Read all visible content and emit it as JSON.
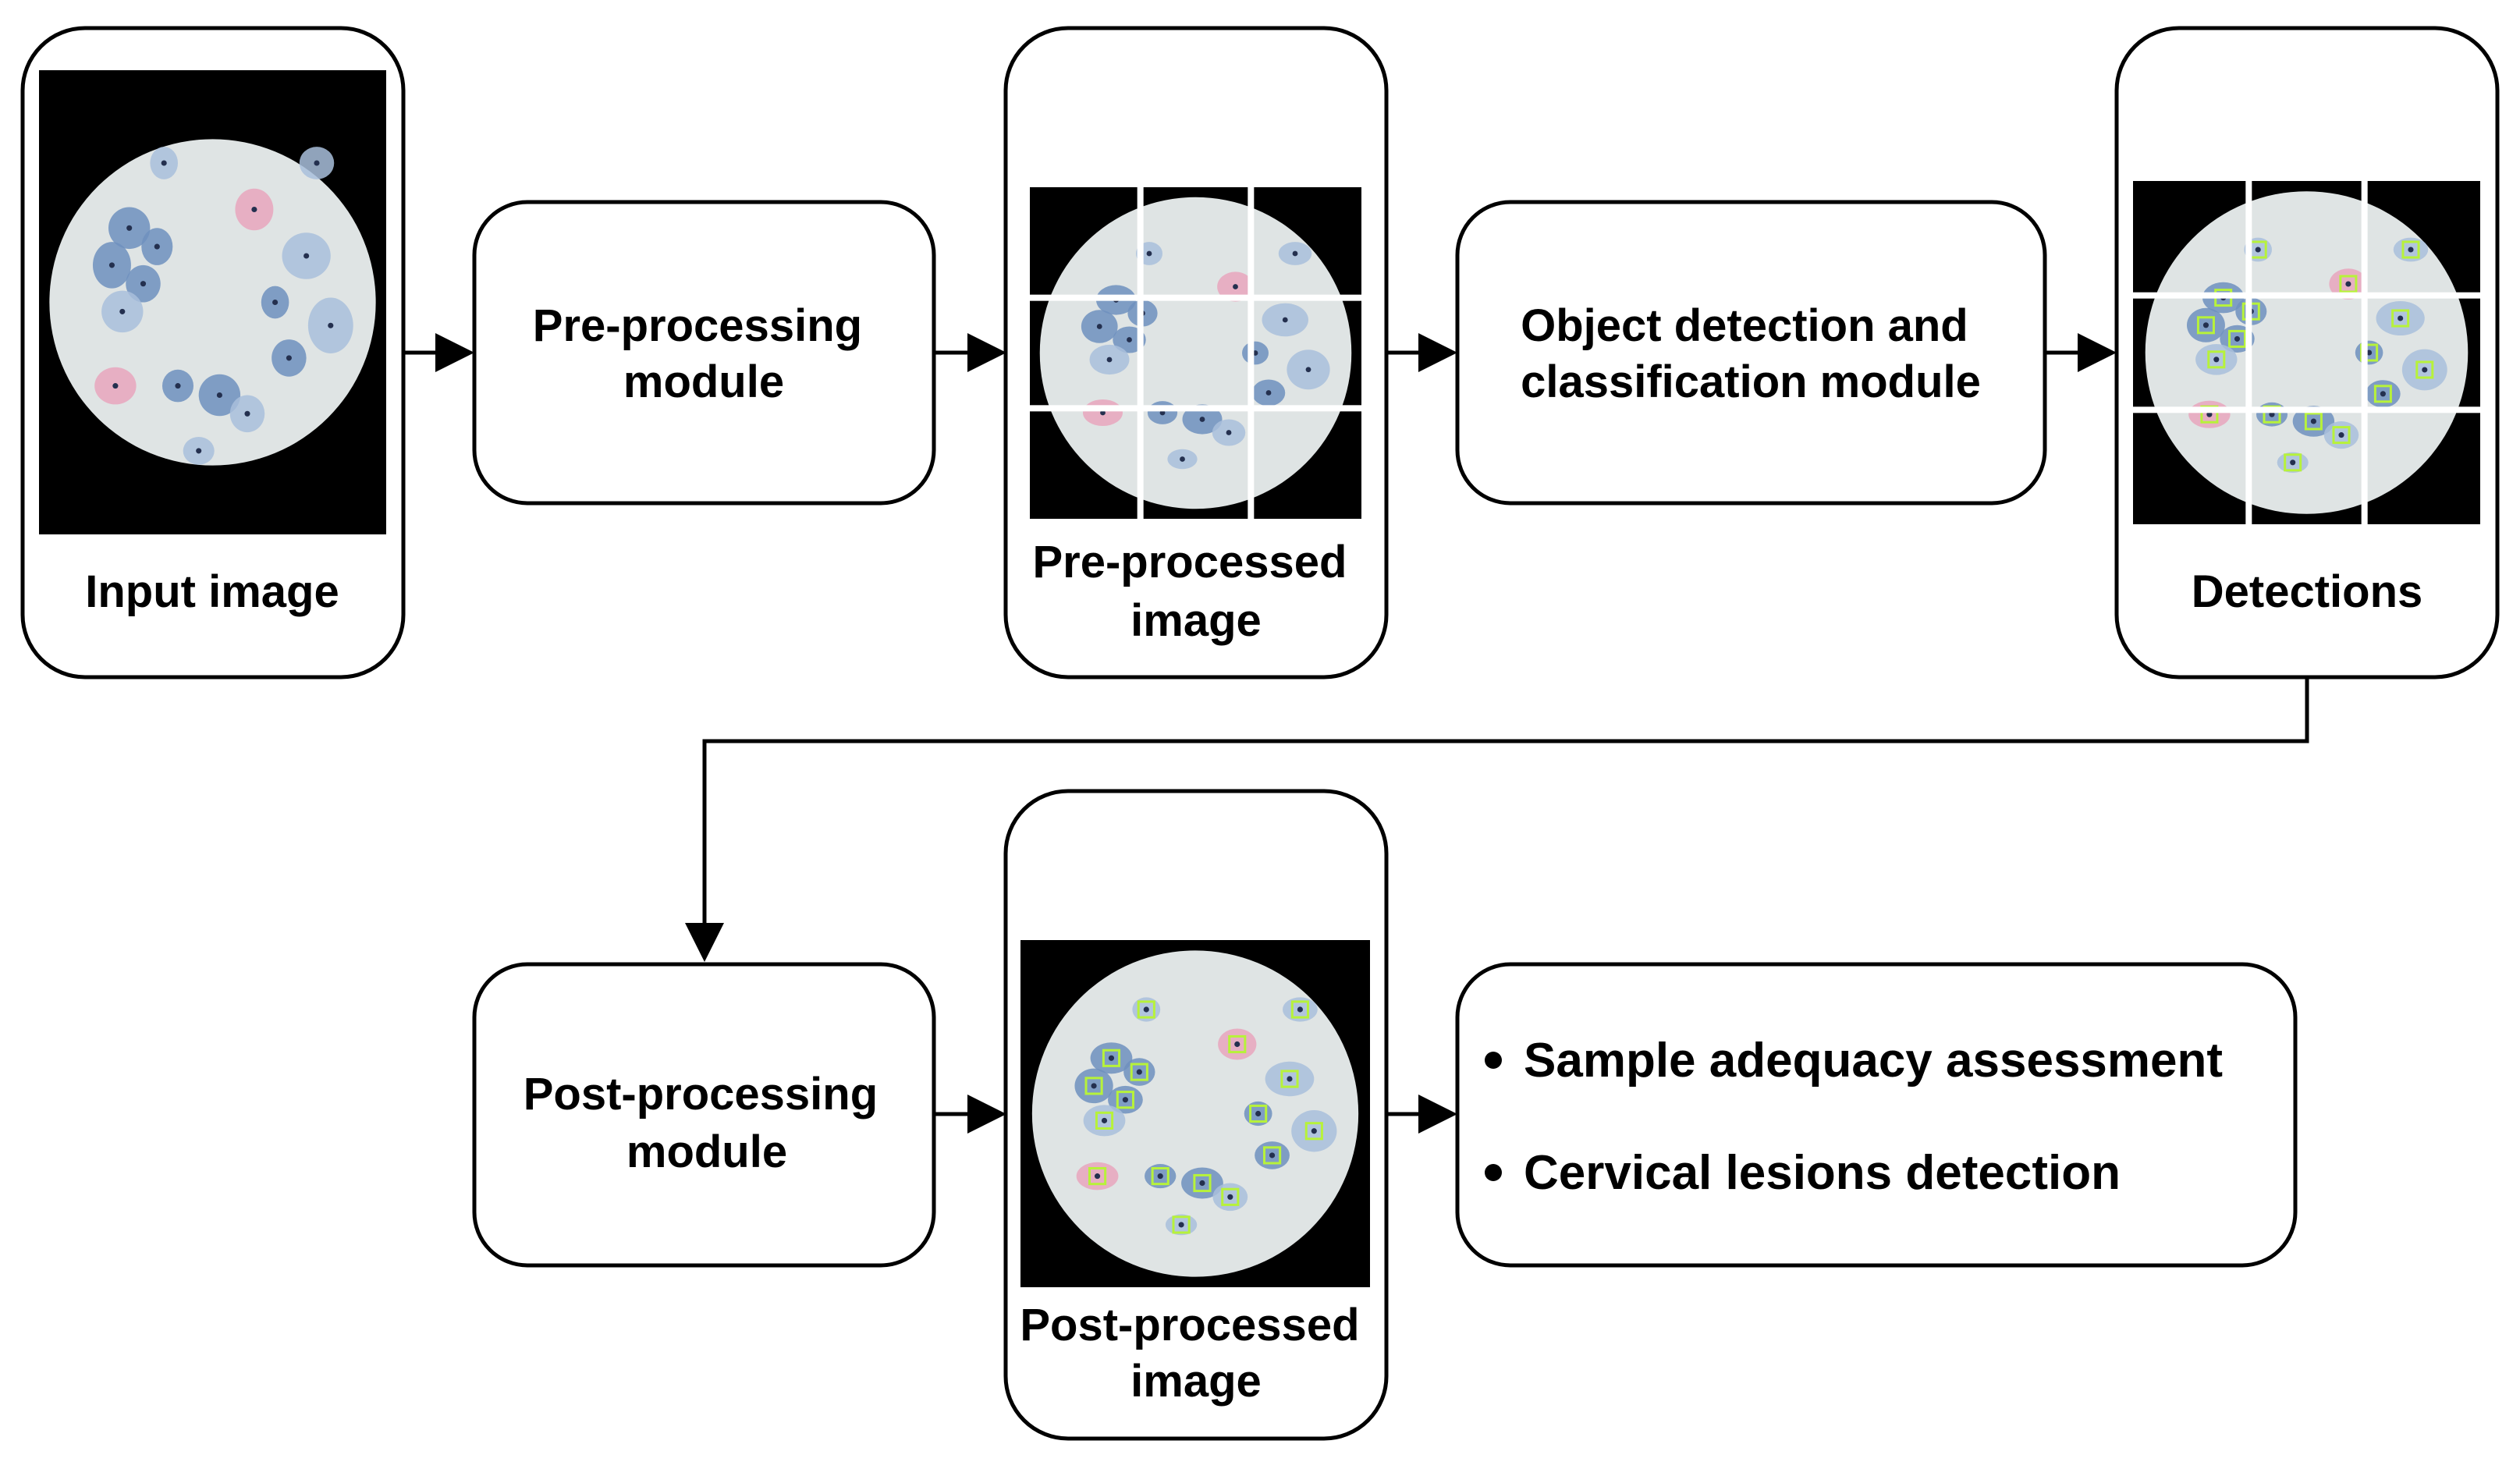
{
  "colors": {
    "stroke": "#000000",
    "background": "#ffffff",
    "frame_black": "#000000",
    "slide_bg": "#dfe4e4",
    "cell_blue": "#6f90be",
    "cell_light_blue": "#a9c0dc",
    "cell_pink": "#e9a6bd",
    "nucleus": "#24304f",
    "detection_box": "#b7f23a",
    "grid_line": "#ffffff"
  },
  "nodes": {
    "input_image": {
      "label_lines": [
        "Input image"
      ]
    },
    "preprocessing_module": {
      "label_lines": [
        "Pre-processing",
        "module"
      ]
    },
    "preprocessed_image": {
      "label_lines": [
        "Pre-processed",
        "image"
      ]
    },
    "detection_module": {
      "label_lines": [
        "Object detection and",
        "classification module"
      ]
    },
    "detections": {
      "label_lines": [
        "Detections"
      ]
    },
    "postprocessing_module": {
      "label_lines": [
        "Post-processing",
        "module"
      ]
    },
    "postprocessed_image": {
      "label_lines": [
        "Post-processed",
        "image"
      ]
    },
    "outputs": {
      "bullets": [
        "Sample adequacy assessment",
        "Cervical lesions detection"
      ]
    }
  },
  "edges": [
    {
      "from": "input_image",
      "to": "preprocessing_module"
    },
    {
      "from": "preprocessing_module",
      "to": "preprocessed_image"
    },
    {
      "from": "preprocessed_image",
      "to": "detection_module"
    },
    {
      "from": "detection_module",
      "to": "detections"
    },
    {
      "from": "detections",
      "to": "postprocessing_module"
    },
    {
      "from": "postprocessing_module",
      "to": "postprocessed_image"
    },
    {
      "from": "postprocessed_image",
      "to": "outputs"
    }
  ],
  "icons": [
    "microscope-slide-image",
    "tiled-slide-image",
    "detection-boxes-image",
    "bullet-icon"
  ]
}
